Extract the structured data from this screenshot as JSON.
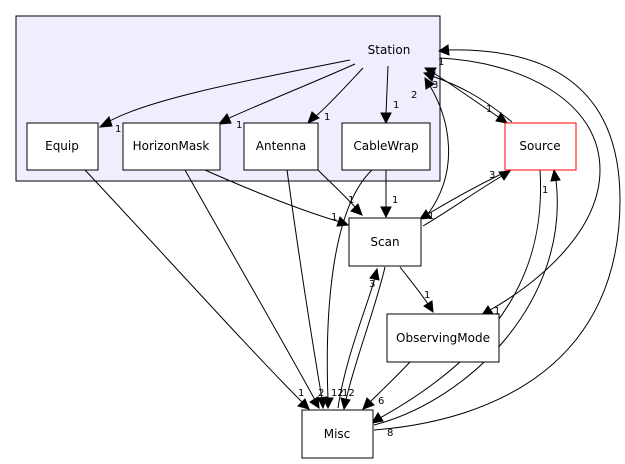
{
  "cluster": {
    "label": "Station",
    "fill": "#eeeeff"
  },
  "nodes": {
    "station": "Station",
    "equip": "Equip",
    "horizonmask": "HorizonMask",
    "antenna": "Antenna",
    "cablewrap": "CableWrap",
    "source": "Source",
    "scan": "Scan",
    "observingmode": "ObservingMode",
    "misc": "Misc"
  },
  "edge_labels": {
    "station_equip": "1",
    "station_horizonmask": "1",
    "station_antenna": "1",
    "station_cablewrap": "1",
    "source_station": "1",
    "station_source": "3",
    "station_source_b": "1",
    "scan_station": "2",
    "cablewrap_scan": "1",
    "antenna_scan": "1",
    "horizonmask_scan": "1",
    "source_scan": "1",
    "scan_source": "3",
    "scan_observingmode": "1",
    "station_observingmode": "1",
    "scan_misc": "3",
    "equip_misc": "1",
    "horizonmask_misc": "2",
    "antenna_misc": "12",
    "cablewrap_misc": "12",
    "observingmode_misc": "6",
    "misc_source": "1",
    "misc_station": "8"
  },
  "colors": {
    "highlight_border": "#ff0000",
    "edge": "#000000",
    "node_fill": "#ffffff"
  }
}
